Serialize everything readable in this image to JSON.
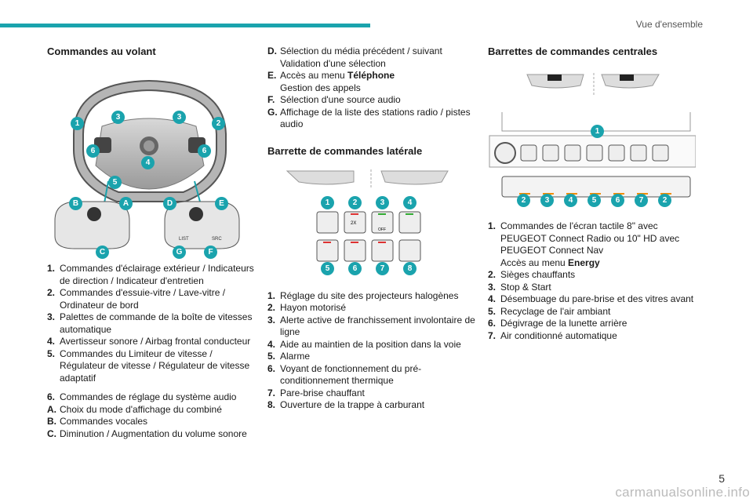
{
  "header": {
    "section": "Vue d'ensemble"
  },
  "col1": {
    "heading": "Commandes au volant",
    "items": [
      {
        "k": "1.",
        "v": "Commandes d'éclairage extérieur / Indicateurs de direction / Indicateur d'entretien"
      },
      {
        "k": "2.",
        "v": "Commandes d'essuie-vitre / Lave-vitre / Ordinateur de bord"
      },
      {
        "k": "3.",
        "v": "Palettes de commande de la boîte de vitesses automatique"
      },
      {
        "k": "4.",
        "v": "Avertisseur sonore / Airbag frontal conducteur"
      },
      {
        "k": "5.",
        "v": "Commandes du Limiteur de vitesse / Régulateur de vitesse / Régulateur de vitesse adaptatif"
      }
    ],
    "items2": [
      {
        "k": "6.",
        "v": "Commandes de réglage du système audio"
      },
      {
        "k": "A.",
        "v": "Choix du mode d'affichage du combiné"
      },
      {
        "k": "B.",
        "v": "Commandes vocales"
      },
      {
        "k": "C.",
        "v": "Diminution / Augmentation du volume sonore"
      }
    ],
    "badges": [
      "1",
      "3",
      "3",
      "2",
      "6",
      "6",
      "4",
      "5",
      "B",
      "A",
      "D",
      "E",
      "C",
      "G",
      "F"
    ],
    "sw_labels": {
      "list": "LIST",
      "src": "SRC"
    }
  },
  "col2": {
    "items": [
      {
        "k": "D.",
        "v": "Sélection du média précédent / suivant"
      },
      {
        "k": "",
        "v": "Validation d'une sélection"
      },
      {
        "k": "E.",
        "v": "Accès au menu ",
        "b": "Téléphone"
      },
      {
        "k": "",
        "v": "Gestion des appels"
      },
      {
        "k": "F.",
        "v": "Sélection d'une source audio"
      },
      {
        "k": "G.",
        "v": "Affichage de la liste des stations radio / pistes audio"
      }
    ],
    "heading": "Barrette de commandes latérale",
    "badges": [
      "1",
      "2",
      "3",
      "4",
      "5",
      "6",
      "7",
      "8"
    ],
    "btn_labels": {
      "x2": "2X",
      "off": "OFF"
    },
    "items2": [
      {
        "k": "1.",
        "v": "Réglage du site des projecteurs halogènes"
      },
      {
        "k": "2.",
        "v": "Hayon motorisé"
      },
      {
        "k": "3.",
        "v": "Alerte active de franchissement involontaire de ligne"
      },
      {
        "k": "4.",
        "v": "Aide au maintien de la position dans la voie"
      },
      {
        "k": "5.",
        "v": "Alarme"
      },
      {
        "k": "6.",
        "v": "Voyant de fonctionnement du pré-conditionnement thermique"
      },
      {
        "k": "7.",
        "v": "Pare-brise chauffant"
      },
      {
        "k": "8.",
        "v": "Ouverture de la trappe à carburant"
      }
    ]
  },
  "col3": {
    "heading": "Barrettes de commandes centrales",
    "badges_top": [
      "1"
    ],
    "badges_bottom": [
      "2",
      "3",
      "4",
      "5",
      "6",
      "7",
      "2"
    ],
    "items": [
      {
        "k": "1.",
        "v": "Commandes de l'écran tactile 8\" avec PEUGEOT Connect Radio ou 10\" HD avec PEUGEOT Connect Nav"
      },
      {
        "k": "",
        "v": "Accès au menu ",
        "b": "Energy"
      },
      {
        "k": "2.",
        "v": "Sièges chauffants"
      },
      {
        "k": "3.",
        "v": "Stop & Start"
      },
      {
        "k": "4.",
        "v": "Désembuage du pare-brise et des vitres avant"
      },
      {
        "k": "5.",
        "v": "Recyclage de l'air ambiant"
      },
      {
        "k": "6.",
        "v": "Dégivrage de la lunette arrière"
      },
      {
        "k": "7.",
        "v": "Air conditionné automatique"
      }
    ]
  },
  "page_number": "5",
  "footer": "carmanualsonline.info"
}
